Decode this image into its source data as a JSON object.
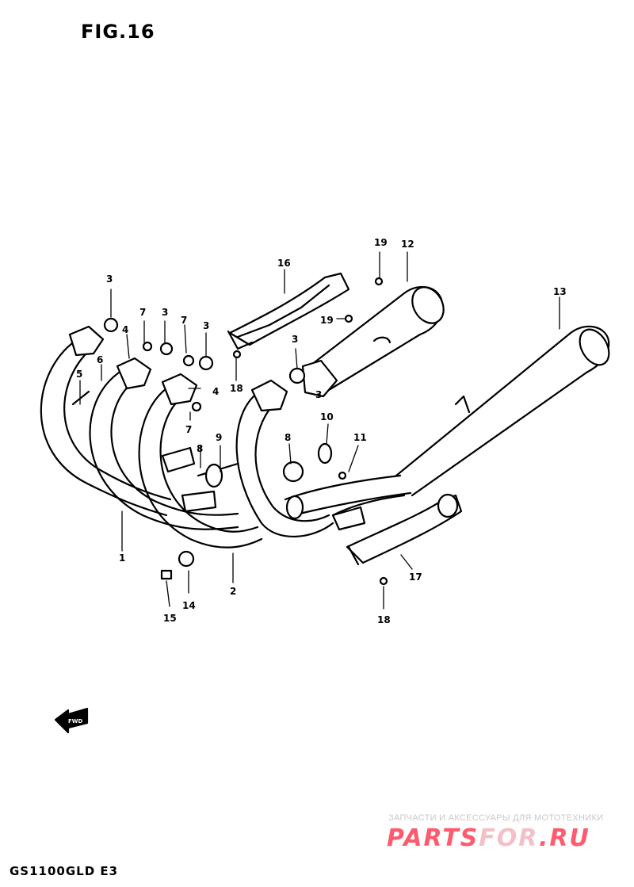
{
  "figure": {
    "title": "FIG.16"
  },
  "model_code": "GS1100GLD E3",
  "watermark": {
    "tagline": "ЗАПЧАСТИ И АКСЕССУАРЫ ДЛЯ МОТОТЕХНИКИ",
    "logo_part1": "PARTS",
    "logo_part2": "FOR",
    "logo_part3": ".RU",
    "color_main": "#ff5a6e",
    "color_light": "#f3c0c7"
  },
  "fwd_badge": "FWD",
  "callouts": [
    {
      "id": "c1",
      "text": "1"
    },
    {
      "id": "c2",
      "text": "2"
    },
    {
      "id": "c3a",
      "text": "3"
    },
    {
      "id": "c3b",
      "text": "3"
    },
    {
      "id": "c3c",
      "text": "3"
    },
    {
      "id": "c3d",
      "text": "3"
    },
    {
      "id": "c3e",
      "text": "3"
    },
    {
      "id": "c4a",
      "text": "4"
    },
    {
      "id": "c4b",
      "text": "4"
    },
    {
      "id": "c5",
      "text": "5"
    },
    {
      "id": "c6",
      "text": "6"
    },
    {
      "id": "c7a",
      "text": "7"
    },
    {
      "id": "c7b",
      "text": "7"
    },
    {
      "id": "c7c",
      "text": "7"
    },
    {
      "id": "c8a",
      "text": "8"
    },
    {
      "id": "c8b",
      "text": "8"
    },
    {
      "id": "c9",
      "text": "9"
    },
    {
      "id": "c10",
      "text": "10"
    },
    {
      "id": "c11",
      "text": "11"
    },
    {
      "id": "c12",
      "text": "12"
    },
    {
      "id": "c13",
      "text": "13"
    },
    {
      "id": "c14",
      "text": "14"
    },
    {
      "id": "c15",
      "text": "15"
    },
    {
      "id": "c16",
      "text": "16"
    },
    {
      "id": "c17",
      "text": "17"
    },
    {
      "id": "c18a",
      "text": "18"
    },
    {
      "id": "c18b",
      "text": "18"
    },
    {
      "id": "c19a",
      "text": "19"
    },
    {
      "id": "c19b",
      "text": "19"
    }
  ]
}
